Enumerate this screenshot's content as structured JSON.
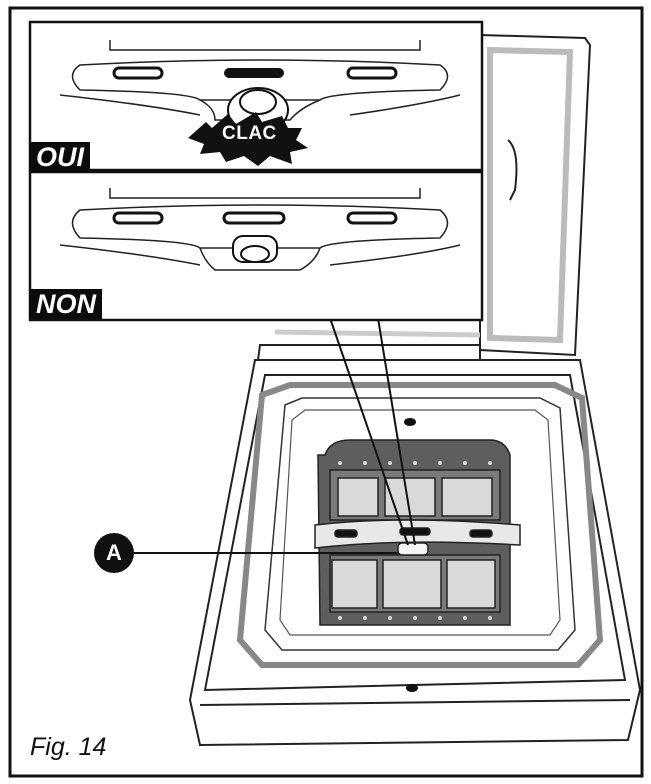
{
  "figure": {
    "caption": "Fig. 14",
    "callout_label": "A",
    "sound_word": "CLAC"
  },
  "panels": [
    {
      "label": "OUI"
    },
    {
      "label": "NON"
    }
  ]
}
